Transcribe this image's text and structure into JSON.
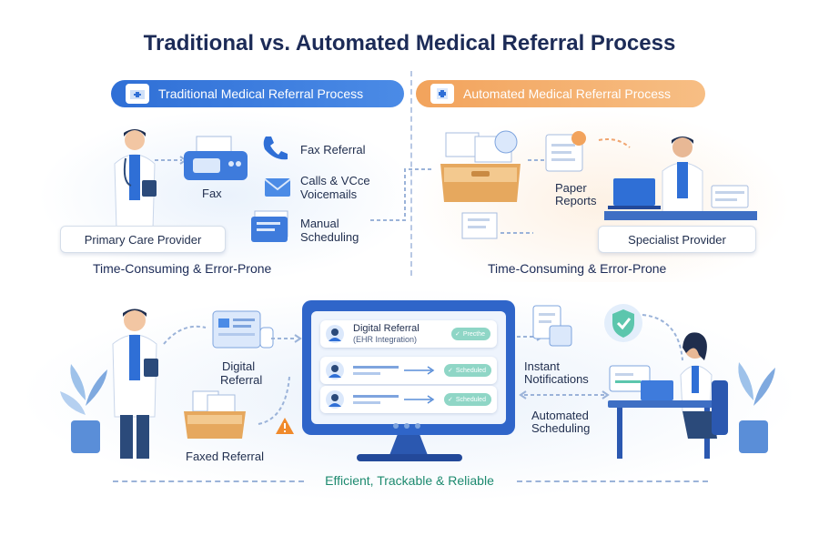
{
  "title": "Traditional vs. Automated Medical Referral Process",
  "traditional": {
    "header": "Traditional Medical Referral Process",
    "fax_referral": "Fax Referral",
    "fax": "Fax",
    "calls_line1": "Calls & VCce",
    "calls_line2": "Voicemails",
    "manual_line1": "Manual",
    "manual_line2": "Scheduling",
    "provider": "Primary Care Provider",
    "caption": "Time-Consuming & Error-Prone"
  },
  "automated_top": {
    "header": "Automated Medical Referral Process",
    "paper_line1": "Paper",
    "paper_line2": "Reports",
    "provider": "Specialist Provider",
    "caption": "Time-Consuming & Error-Prone"
  },
  "bottom": {
    "digital_line1": "Digital",
    "digital_line2": "Referral",
    "faxed_referral": "Faxed Referral",
    "screen": {
      "row1_title": "Digital Referral",
      "row1_sub": "(EHR Integration)",
      "row1_badge": "Precthe",
      "row2_badge": "Scheduled",
      "row3_badge": "Scheduled"
    },
    "instant_line1": "Instant",
    "instant_line2": "Notifications",
    "automated_line1": "Automated",
    "automated_line2": "Scheduling",
    "footer": "Efficient, Trackable & Reliable"
  },
  "colors": {
    "primary_blue": "#2f6fd6",
    "accent_orange": "#f2a35c",
    "status_green": "#5cc6ad",
    "warning_orange": "#f08a2c"
  }
}
